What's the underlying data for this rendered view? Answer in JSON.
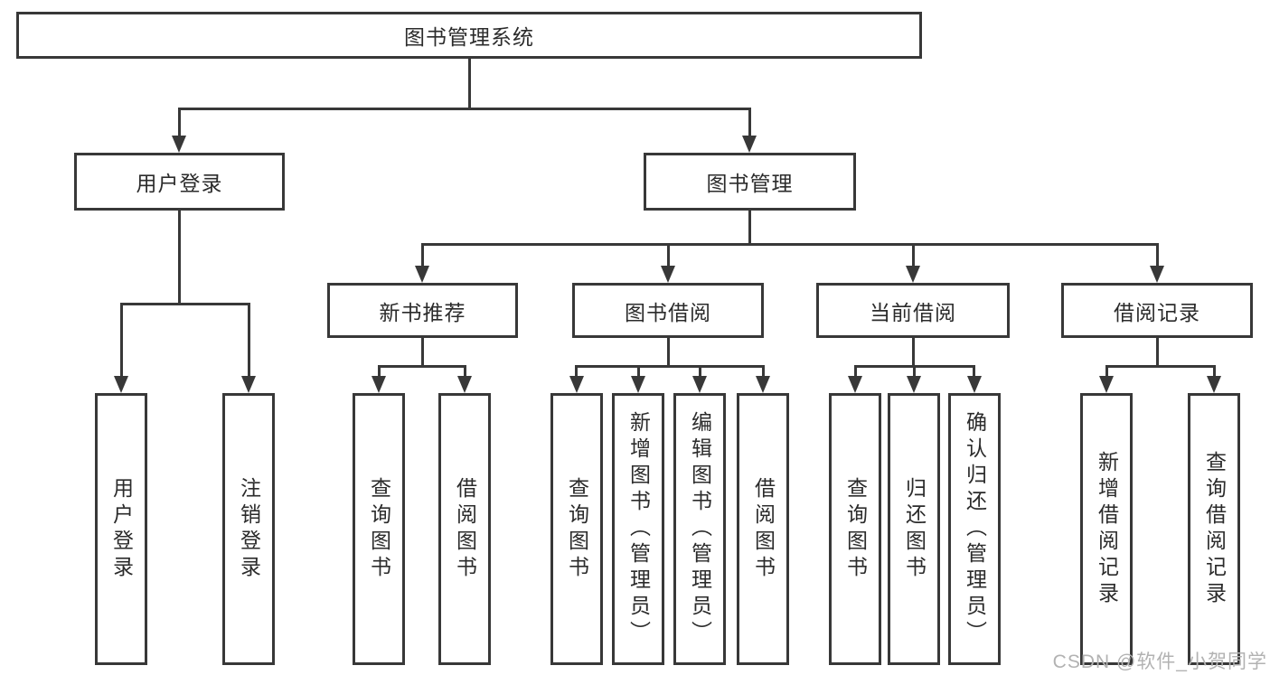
{
  "diagram": {
    "title": "图书管理系统",
    "root": {
      "label": "图书管理系统"
    },
    "level2": [
      {
        "id": "user-login",
        "label": "用户登录"
      },
      {
        "id": "book-management",
        "label": "图书管理"
      }
    ],
    "level3": [
      {
        "id": "new-book-recommend",
        "label": "新书推荐",
        "parent": "book-management"
      },
      {
        "id": "book-borrow",
        "label": "图书借阅",
        "parent": "book-management"
      },
      {
        "id": "current-borrow",
        "label": "当前借阅",
        "parent": "book-management"
      },
      {
        "id": "borrow-records",
        "label": "借阅记录",
        "parent": "book-management"
      }
    ],
    "leaves": [
      {
        "parent": "user-login",
        "label": "用户登录"
      },
      {
        "parent": "user-login",
        "label": "注销登录"
      },
      {
        "parent": "new-book-recommend",
        "label": "查询图书"
      },
      {
        "parent": "new-book-recommend",
        "label": "借阅图书"
      },
      {
        "parent": "book-borrow",
        "label": "查询图书"
      },
      {
        "parent": "book-borrow",
        "label": "新增图书（管理员）"
      },
      {
        "parent": "book-borrow",
        "label": "编辑图书（管理员）"
      },
      {
        "parent": "book-borrow",
        "label": "借阅图书"
      },
      {
        "parent": "current-borrow",
        "label": "查询图书"
      },
      {
        "parent": "current-borrow",
        "label": "归还图书"
      },
      {
        "parent": "current-borrow",
        "label": "确认归还（管理员）"
      },
      {
        "parent": "borrow-records",
        "label": "新增借阅记录"
      },
      {
        "parent": "borrow-records",
        "label": "查询借阅记录"
      }
    ],
    "watermark": "CSDN @软件_小贺同学",
    "colors": {
      "line": "#383838",
      "text": "#2b2b2b",
      "box_background": "#ffffff",
      "watermark": "#b2b2b2",
      "page_background": "#ffffff"
    }
  }
}
